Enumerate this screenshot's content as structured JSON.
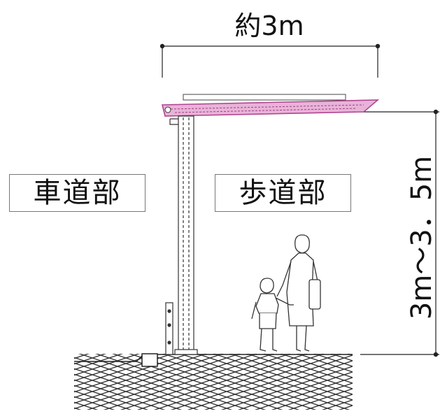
{
  "labels": {
    "road": "車道部",
    "sidewalk": "歩道部"
  },
  "dimensions": {
    "width": "約3m",
    "height": "3m～3．5m"
  },
  "colors": {
    "canopy_fill": "#e9b3d9",
    "canopy_stroke": "#b0468f",
    "line": "#222222",
    "ground_hatch": "#333333"
  },
  "icons": [
    "pedestrian-woman-icon",
    "pedestrian-child-icon",
    "bollard-icon"
  ]
}
